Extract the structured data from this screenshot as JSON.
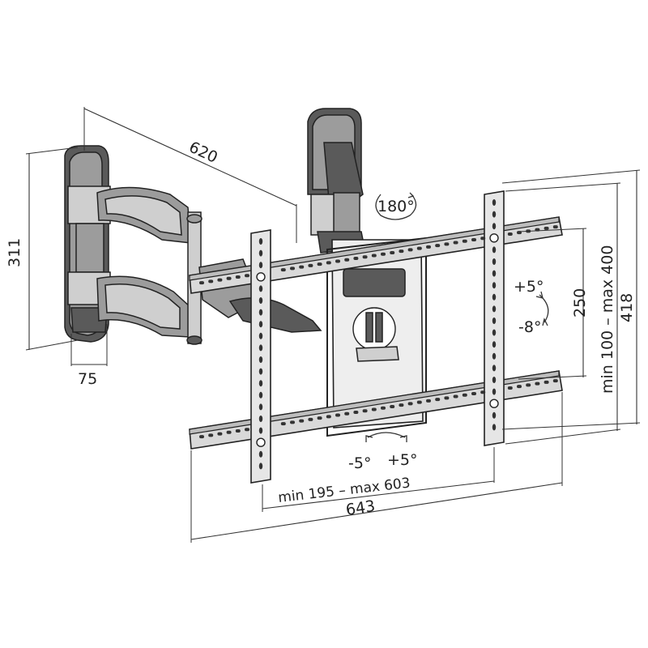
{
  "dimensions": {
    "arm_extension": "620",
    "wall_plate_height": "311",
    "wall_plate_depth": "75",
    "rotation": "180°",
    "tilt_up": "+5°",
    "tilt_down": "-8°",
    "vesa_vertical_min": "250",
    "vesa_vertical_range": "min 100 – max 400",
    "bracket_height": "418",
    "swivel_left": "-5°",
    "swivel_right": "+5°",
    "vesa_horizontal_range": "min 195 – max 603",
    "rail_width": "643"
  }
}
